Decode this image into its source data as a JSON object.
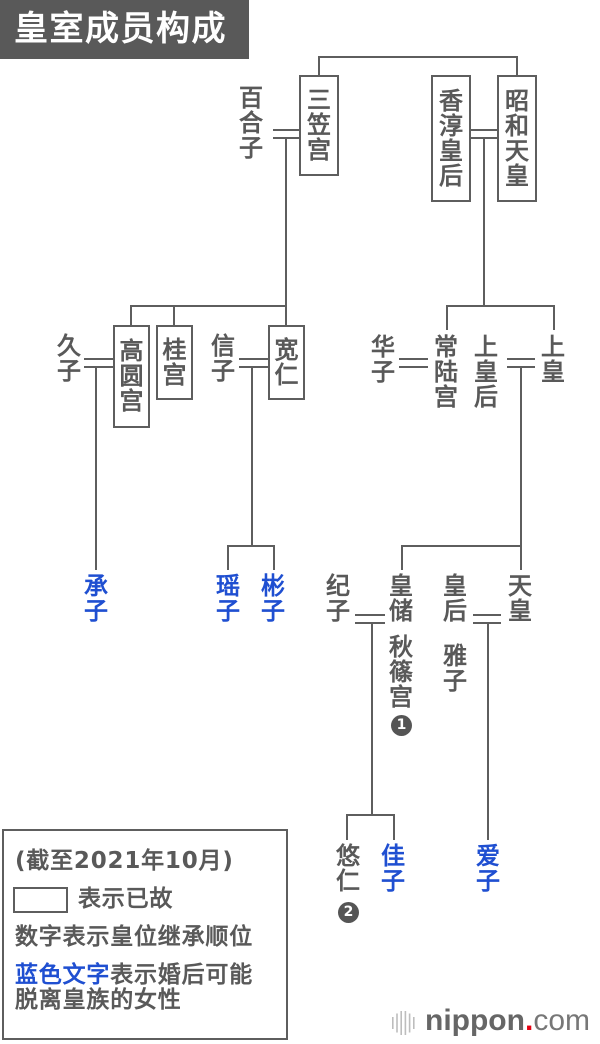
{
  "title": "皇室成员构成",
  "colors": {
    "text": "#595959",
    "line": "#5e5e5e",
    "title_bg": "#595959",
    "title_text": "#ffffff",
    "may_leave_blue": "#1f4fd1",
    "badge_bg": "#555555",
    "logo_text": "#666666",
    "logo_dot": "#e60012"
  },
  "members": {
    "yuriko": {
      "name": "百合子",
      "deceased": false,
      "may_leave_on_marriage": false
    },
    "mikasa": {
      "name": "三笠宫",
      "deceased": true,
      "may_leave_on_marriage": false
    },
    "kojun": {
      "name": "香淳皇后",
      "deceased": true,
      "may_leave_on_marriage": false
    },
    "showa": {
      "name": "昭和天皇",
      "deceased": true,
      "may_leave_on_marriage": false
    },
    "hisako": {
      "name": "久子",
      "deceased": false,
      "may_leave_on_marriage": false
    },
    "takamado": {
      "name": "高圆宫",
      "deceased": true,
      "may_leave_on_marriage": false
    },
    "katsura": {
      "name": "桂宫",
      "deceased": true,
      "may_leave_on_marriage": false
    },
    "nobuko": {
      "name": "信子",
      "deceased": false,
      "may_leave_on_marriage": false
    },
    "tomohito": {
      "name": "宽仁",
      "deceased": true,
      "may_leave_on_marriage": false
    },
    "hanako": {
      "name": "华子",
      "deceased": false,
      "may_leave_on_marriage": false
    },
    "hitachi": {
      "name": "常陆宫",
      "deceased": false,
      "may_leave_on_marriage": false
    },
    "empress_emerita": {
      "name": "上皇后",
      "deceased": false,
      "may_leave_on_marriage": false
    },
    "emperor_emeritus": {
      "name": "上皇",
      "deceased": false,
      "may_leave_on_marriage": false
    },
    "tsuguko": {
      "name": "承子",
      "deceased": false,
      "may_leave_on_marriage": true
    },
    "yoko": {
      "name": "瑶子",
      "deceased": false,
      "may_leave_on_marriage": true
    },
    "akiko": {
      "name": "彬子",
      "deceased": false,
      "may_leave_on_marriage": true
    },
    "kiko": {
      "name": "纪子",
      "deceased": false,
      "may_leave_on_marriage": false
    },
    "akishino": {
      "title": "皇储",
      "name": "秋篠宫",
      "succession_order": 1,
      "deceased": false,
      "may_leave_on_marriage": false
    },
    "empress": {
      "title": "皇后",
      "name": "雅子",
      "deceased": false,
      "may_leave_on_marriage": false
    },
    "emperor": {
      "name": "天皇",
      "deceased": false,
      "may_leave_on_marriage": false
    },
    "hisahito": {
      "name": "悠仁",
      "succession_order": 2,
      "deceased": false,
      "may_leave_on_marriage": false
    },
    "kako": {
      "name": "佳子",
      "deceased": false,
      "may_leave_on_marriage": true
    },
    "aiko": {
      "name": "爱子",
      "deceased": false,
      "may_leave_on_marriage": true
    }
  },
  "relations": {
    "siblings": [
      [
        "mikasa",
        "showa"
      ]
    ],
    "families": [
      {
        "parents": [
          "mikasa",
          "yuriko"
        ],
        "children": [
          "takamado",
          "katsura",
          "tomohito"
        ]
      },
      {
        "parents": [
          "showa",
          "kojun"
        ],
        "children": [
          "hitachi",
          "emperor_emeritus"
        ]
      },
      {
        "parents": [
          "takamado",
          "hisako"
        ],
        "children": [
          "tsuguko"
        ]
      },
      {
        "parents": [
          "tomohito",
          "nobuko"
        ],
        "children": [
          "yoko",
          "akiko"
        ]
      },
      {
        "parents": [
          "hitachi",
          "hanako"
        ],
        "children": []
      },
      {
        "parents": [
          "emperor_emeritus",
          "empress_emerita"
        ],
        "children": [
          "akishino",
          "emperor"
        ]
      },
      {
        "parents": [
          "akishino",
          "kiko"
        ],
        "children": [
          "hisahito",
          "kako"
        ]
      },
      {
        "parents": [
          "emperor",
          "empress"
        ],
        "children": [
          "aiko"
        ]
      }
    ]
  },
  "legend": {
    "as_of": "(截至2021年10月)",
    "deceased_note": "表示已故",
    "succession_note": "数字表示皇位继承顺位",
    "blue_note_highlight": "蓝色文字",
    "blue_note_line1_rest": "表示婚后可能",
    "blue_note_line2": "脱离皇族的女性"
  },
  "logo": {
    "icon": "sound-wave-icon",
    "wordmark": "nippon",
    "dot": ".",
    "suffix": "com"
  }
}
